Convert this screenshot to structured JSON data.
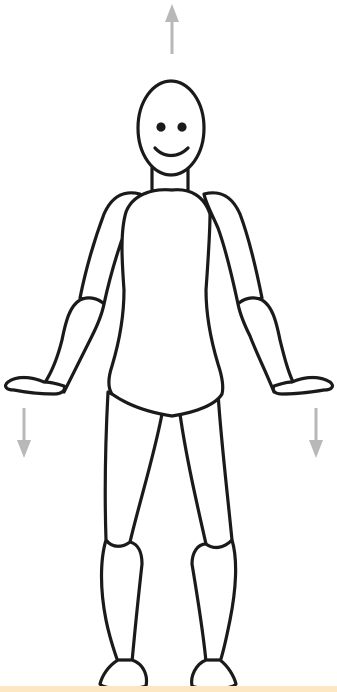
{
  "figure": {
    "subject": "wooden-mannequin-figure",
    "facing": "front",
    "expression": "smile"
  },
  "arrows": [
    {
      "id": "arrow-up-head",
      "direction": "up"
    },
    {
      "id": "arrow-down-left-hand",
      "direction": "down"
    },
    {
      "id": "arrow-down-right-hand",
      "direction": "down"
    }
  ],
  "colors": {
    "outline": "#1a1a1a",
    "body_fill": "#ffffff",
    "arrow": "#b8b8b8",
    "floor": "#fde6c2",
    "background": "#ffffff"
  }
}
